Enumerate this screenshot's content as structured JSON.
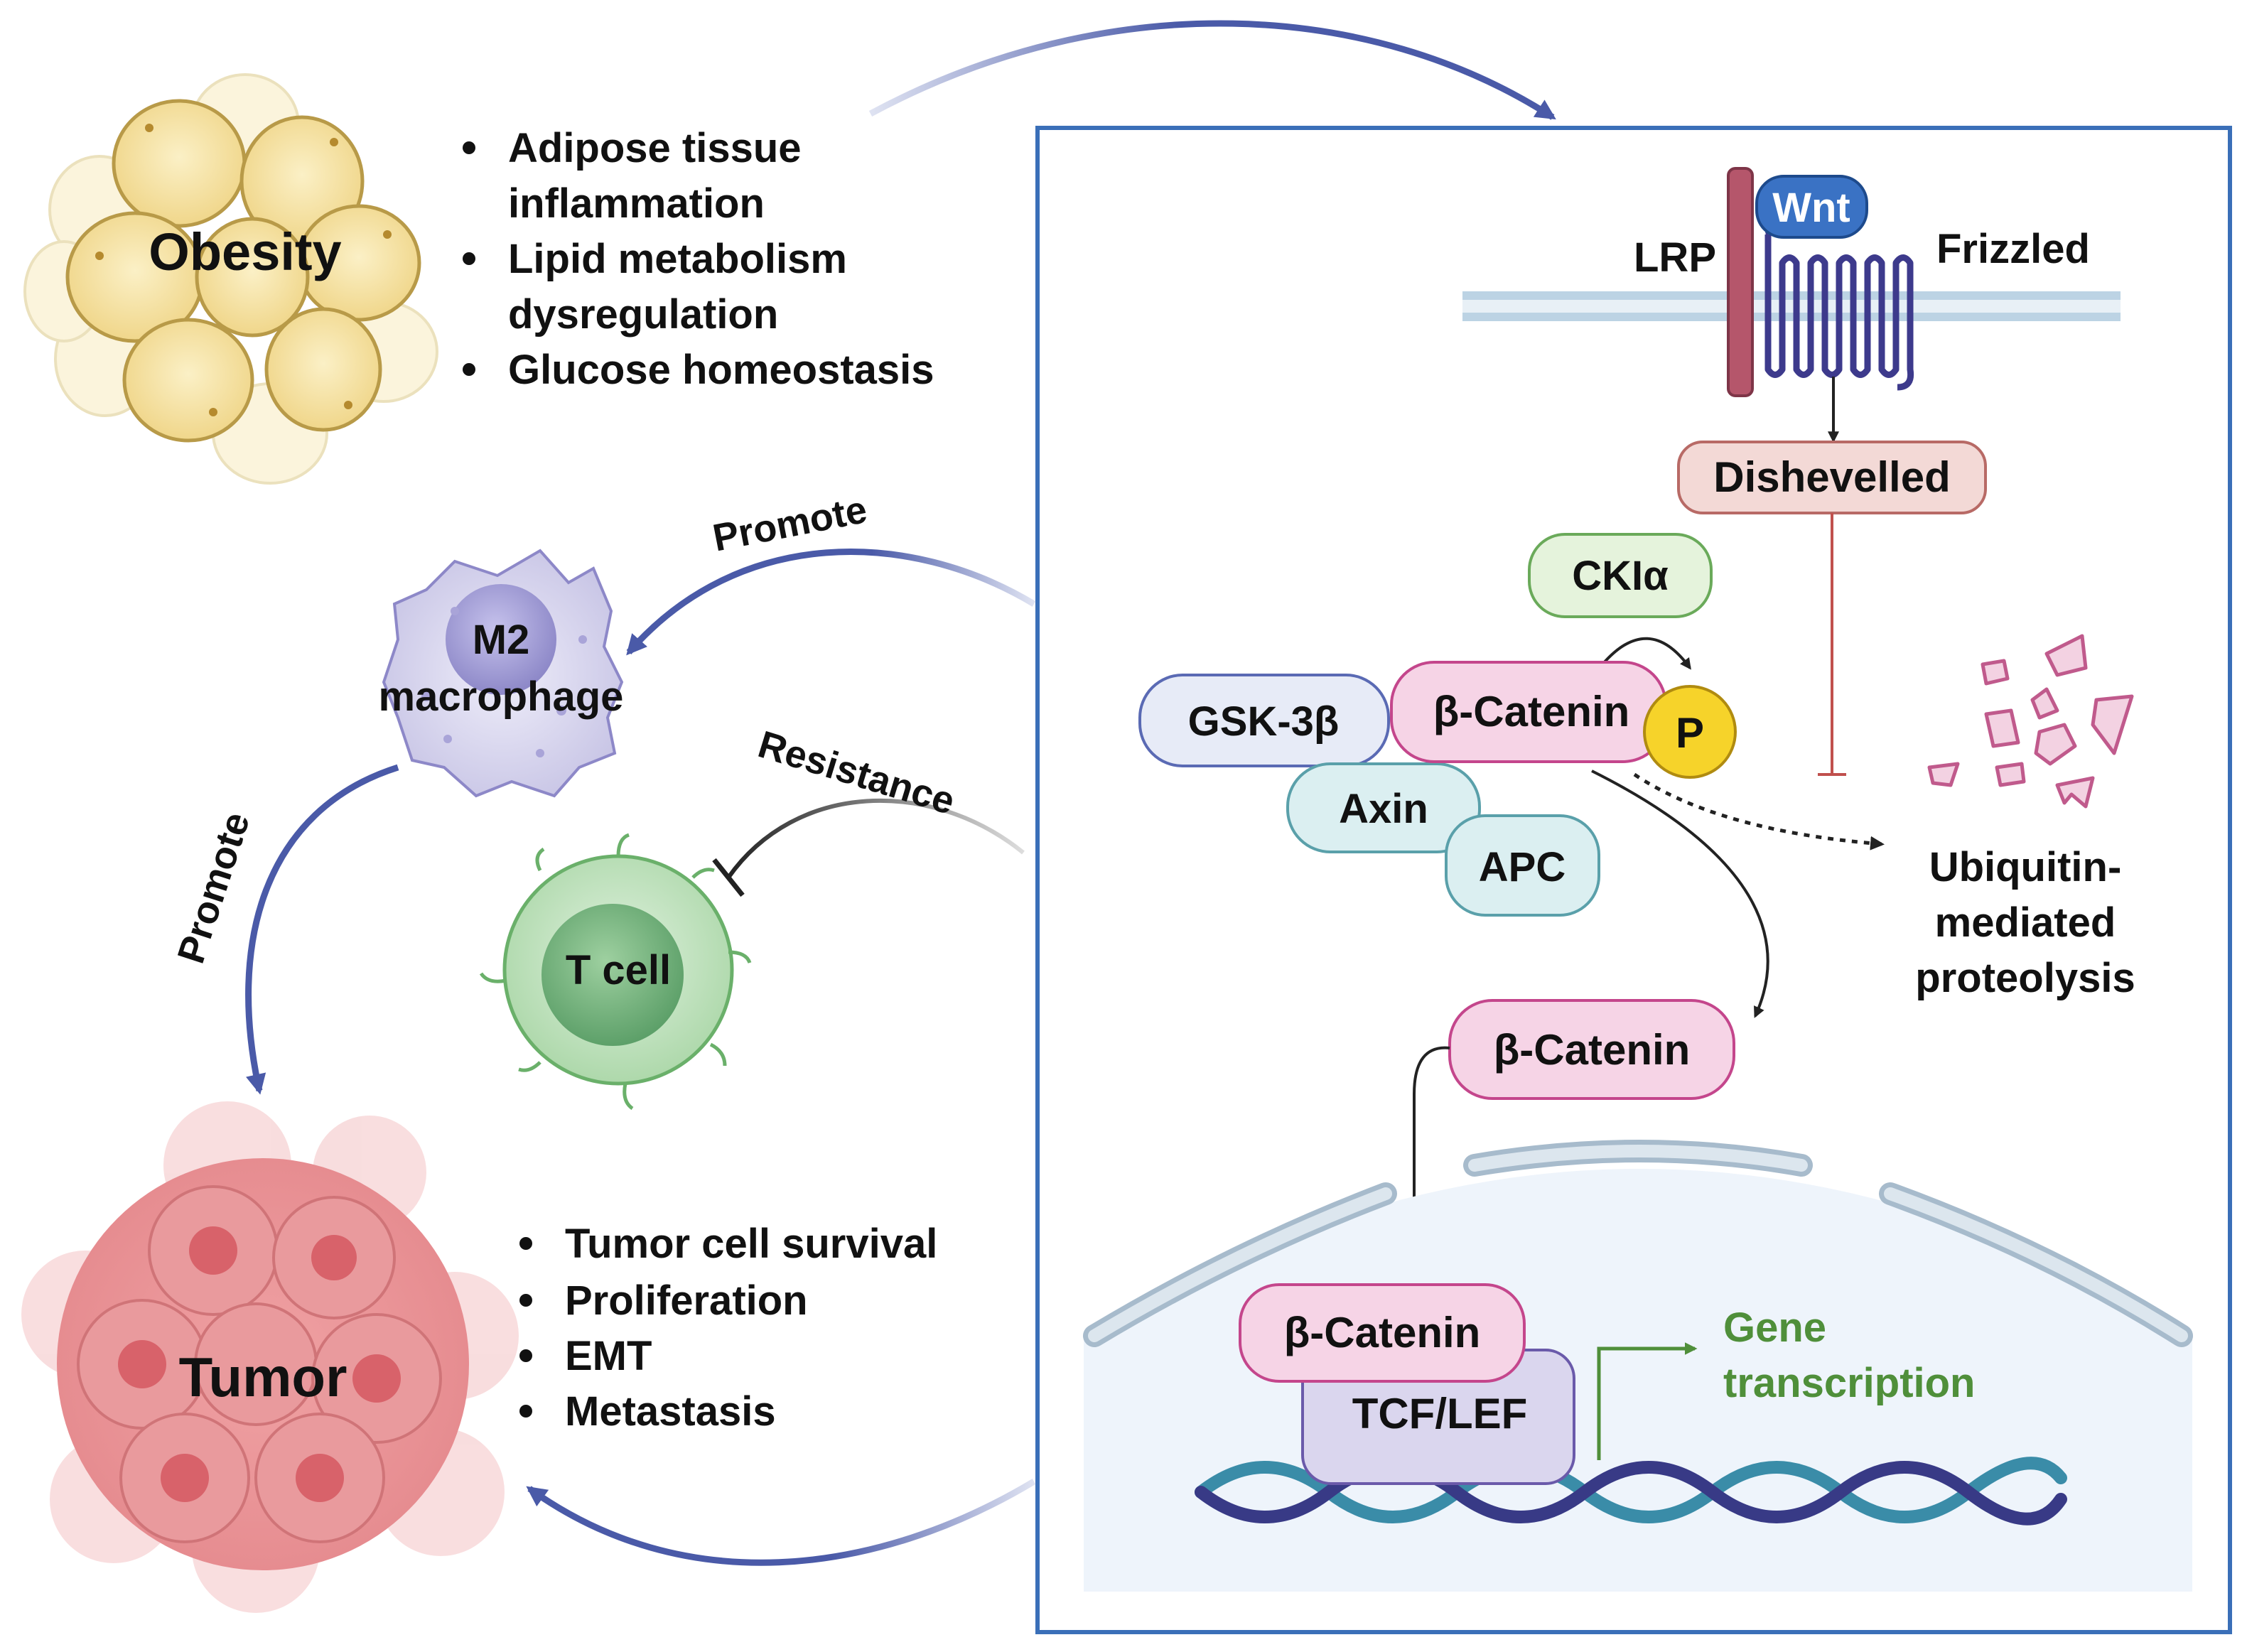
{
  "obesity": {
    "label": "Obesity",
    "bullets": [
      [
        "Adipose tissue",
        "inflammation"
      ],
      [
        "Lipid metabolism",
        "dysregulation"
      ],
      [
        "Glucose homeostasis"
      ]
    ]
  },
  "immune": {
    "m2_line1": "M2",
    "m2_line2": "macrophage",
    "tcell": "T cell",
    "promote_top": "Promote",
    "promote_left": "Promote",
    "resistance": "Resistance"
  },
  "tumor": {
    "label": "Tumor",
    "bullets": [
      "Tumor cell survival",
      "Proliferation",
      "EMT",
      "Metastasis"
    ]
  },
  "pathway": {
    "lrp": "LRP",
    "wnt": "Wnt",
    "frizzled": "Frizzled",
    "dishevelled": "Dishevelled",
    "ckia": "CKIα",
    "gsk3b": "GSK-3β",
    "bcatenin_complex": "β-Catenin",
    "phospho": "P",
    "axin": "Axin",
    "apc": "APC",
    "ubiquitin": [
      "Ubiquitin-",
      "mediated",
      "proteolysis"
    ],
    "bcatenin_free": "β-Catenin",
    "bcatenin_nuclear": "β-Catenin",
    "tcf_lef": "TCF/LEF",
    "gene_transcription": [
      "Gene",
      "transcription"
    ]
  },
  "colors": {
    "arrow_blue": "#4a5aa8",
    "panel_border": "#3a6fb8",
    "membrane": "#bcd3e4",
    "wnt_blue": "#3a72c4",
    "frizzled_purple": "#3d3a8c",
    "lrp_red": "#b5566b",
    "dishevelled_fill": "#f3d9d6",
    "dishevelled_stroke": "#b86a66",
    "ckia_fill": "#e5f3dc",
    "ckia_stroke": "#6aaa5a",
    "gsk_fill": "#e7ebf7",
    "gsk_stroke": "#5a6ab4",
    "catenin_fill": "#f6d4e6",
    "catenin_stroke": "#c4468c",
    "phospho_fill": "#f6d32a",
    "axin_fill": "#dbeff1",
    "axin_stroke": "#5aa0aa",
    "tcf_fill": "#dad6ee",
    "tcf_stroke": "#6a5aaa",
    "inhibit_red": "#c0504d",
    "gene_green": "#4f8f3a",
    "fragment_pink": "#f3d2e2",
    "fragment_stroke": "#c05a8c",
    "nucleus_fill": "#eef4fb",
    "dna_dark": "#383a86",
    "dna_teal": "#3a8ca8",
    "tumor_red": "#e6868a",
    "adipocyte": "#f7e3a4"
  }
}
